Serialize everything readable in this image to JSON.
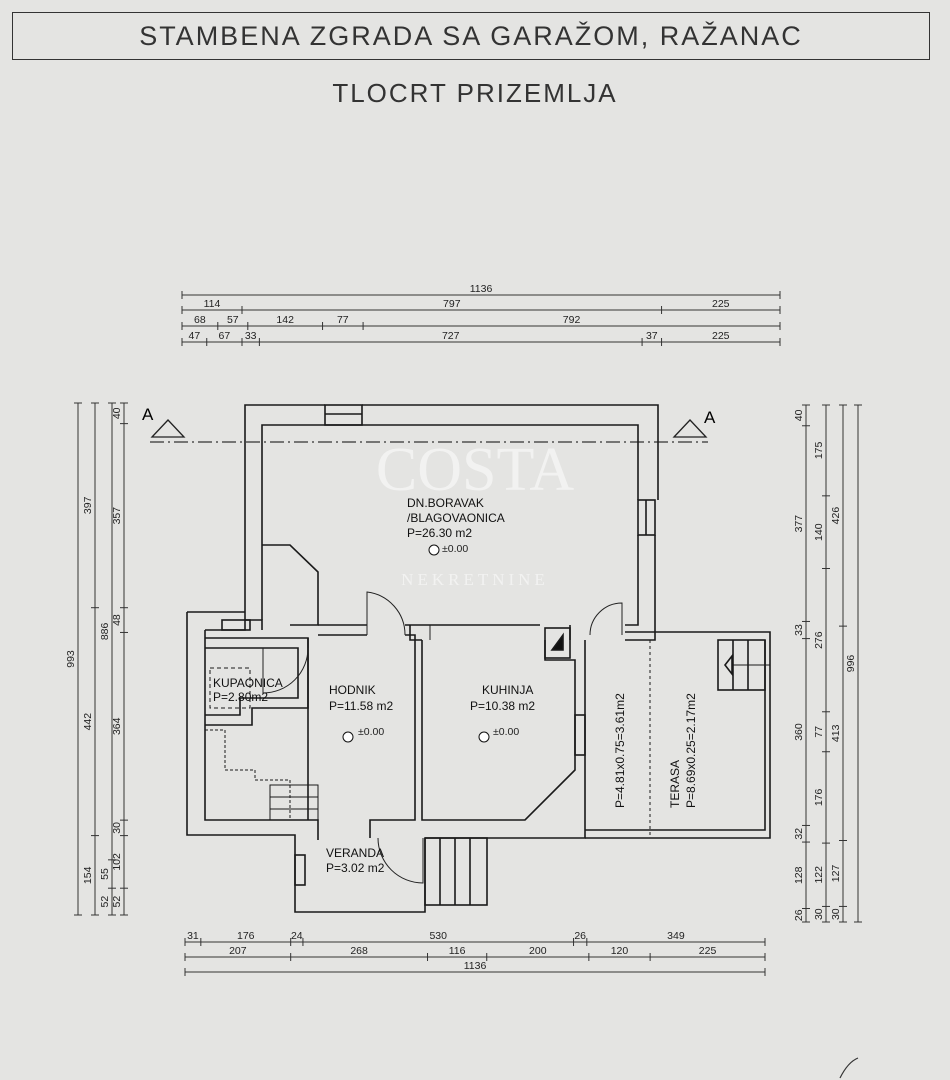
{
  "header": {
    "title": "STAMBENA ZGRADA SA GARAŽOM, RAŽANAC",
    "subtitle": "TLOCRT PRIZEMLJA"
  },
  "watermark": {
    "line1": "COSTA",
    "line2": "NEKRETNINE"
  },
  "section_marker": {
    "left": "A",
    "right": "A"
  },
  "rooms": [
    {
      "name": "DN.BORAVAK",
      "name2": "/BLAGOVAONICA",
      "area": "P=26.30 m2",
      "level": "±0.00"
    },
    {
      "name": "KUPAONICA",
      "area": "P=2.80m2"
    },
    {
      "name": "HODNIK",
      "area": "P=11.58 m2",
      "level": "±0.00"
    },
    {
      "name": "KUHINJA",
      "area": "P=10.38 m2",
      "level": "±0.00"
    },
    {
      "name": "VERANDA",
      "area": "P=3.02 m2"
    },
    {
      "area": "P=4.81x0.75=3.61m2"
    },
    {
      "name": "TERASA",
      "area": "P=8.69x0.25=2.17m2"
    }
  ],
  "dimensions": {
    "top": [
      [
        1136
      ],
      [
        114,
        797,
        225
      ],
      [
        68,
        57,
        142,
        77,
        792
      ],
      [
        47,
        67,
        33,
        727,
        37,
        225
      ]
    ],
    "bottom": [
      [
        31,
        176,
        24,
        530,
        26,
        349
      ],
      [
        207,
        268,
        116,
        200,
        120,
        225
      ],
      [
        1136
      ]
    ],
    "left": [
      [
        993
      ],
      [
        397,
        442,
        154
      ],
      [
        886,
        55,
        52
      ],
      [
        40,
        357,
        48,
        364,
        30,
        102,
        52
      ]
    ],
    "right": [
      [
        40,
        377,
        33,
        360,
        32,
        128,
        26
      ],
      [
        175,
        140,
        276,
        77,
        176,
        122,
        30
      ],
      [
        426,
        413,
        127,
        30
      ],
      [
        996
      ]
    ]
  }
}
